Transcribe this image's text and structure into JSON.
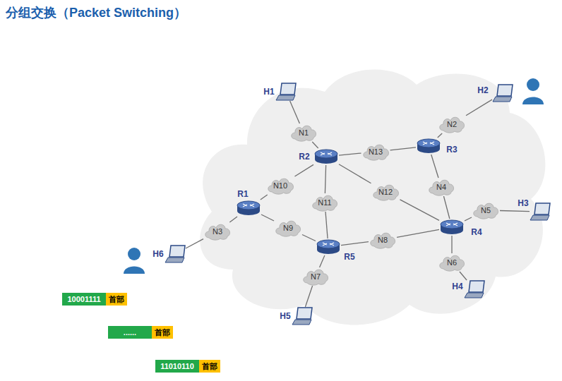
{
  "diagram": {
    "title": "分组交换（Packet Switching）",
    "nodes": [
      {
        "text": [
          "H1"
        ]
      },
      {
        "text": [
          "H2"
        ]
      },
      {
        "text": [
          "H3"
        ]
      },
      {
        "text": [
          "H4"
        ]
      },
      {
        "text": [
          "H5"
        ]
      },
      {
        "text": [
          "H6"
        ]
      },
      {
        "text": [
          "R1"
        ]
      },
      {
        "text": [
          "R2"
        ]
      },
      {
        "text": [
          "R3"
        ]
      },
      {
        "text": [
          "R4"
        ]
      },
      {
        "text": [
          "R5"
        ]
      },
      {
        "text": [
          "N1"
        ]
      },
      {
        "text": [
          "N2"
        ]
      },
      {
        "text": [
          "N3"
        ]
      },
      {
        "text": [
          "N4"
        ]
      },
      {
        "text": [
          "N5"
        ]
      },
      {
        "text": [
          "N6"
        ]
      },
      {
        "text": [
          "N7"
        ]
      },
      {
        "text": [
          "N8"
        ]
      },
      {
        "text": [
          "N9"
        ]
      },
      {
        "text": [
          "N10"
        ]
      },
      {
        "text": [
          "N11"
        ]
      },
      {
        "text": [
          "N12"
        ]
      },
      {
        "text": [
          "N13"
        ]
      },
      {
        "text": [
          "10001111",
          "首部"
        ]
      },
      {
        "text": [
          "......",
          "首部"
        ]
      },
      {
        "text": [
          "11010110",
          "首部"
        ]
      }
    ],
    "edges": [
      {
        "from": 0,
        "to": 11,
        "arrow": "none"
      },
      {
        "from": 11,
        "to": 7,
        "arrow": "none"
      },
      {
        "from": 1,
        "to": 12,
        "arrow": "none"
      },
      {
        "from": 12,
        "to": 8,
        "arrow": "none"
      },
      {
        "from": 2,
        "to": 15,
        "arrow": "none"
      },
      {
        "from": 15,
        "to": 9,
        "arrow": "none"
      },
      {
        "from": 3,
        "to": 16,
        "arrow": "none"
      },
      {
        "from": 16,
        "to": 9,
        "arrow": "none"
      },
      {
        "from": 4,
        "to": 17,
        "arrow": "none"
      },
      {
        "from": 17,
        "to": 10,
        "arrow": "none"
      },
      {
        "from": 5,
        "to": 13,
        "arrow": "none"
      },
      {
        "from": 13,
        "to": 6,
        "arrow": "none"
      },
      {
        "from": 6,
        "to": 20,
        "arrow": "none"
      },
      {
        "from": 20,
        "to": 7,
        "arrow": "none"
      },
      {
        "from": 6,
        "to": 19,
        "arrow": "none"
      },
      {
        "from": 19,
        "to": 10,
        "arrow": "none"
      },
      {
        "from": 7,
        "to": 21,
        "arrow": "none"
      },
      {
        "from": 21,
        "to": 10,
        "arrow": "none"
      },
      {
        "from": 7,
        "to": 23,
        "arrow": "none"
      },
      {
        "from": 23,
        "to": 8,
        "arrow": "none"
      },
      {
        "from": 7,
        "to": 22,
        "arrow": "none"
      },
      {
        "from": 22,
        "to": 9,
        "arrow": "none"
      },
      {
        "from": 8,
        "to": 14,
        "arrow": "none"
      },
      {
        "from": 14,
        "to": 9,
        "arrow": "none"
      },
      {
        "from": 10,
        "to": 18,
        "arrow": "none"
      },
      {
        "from": 18,
        "to": 9,
        "arrow": "none"
      }
    ]
  }
}
